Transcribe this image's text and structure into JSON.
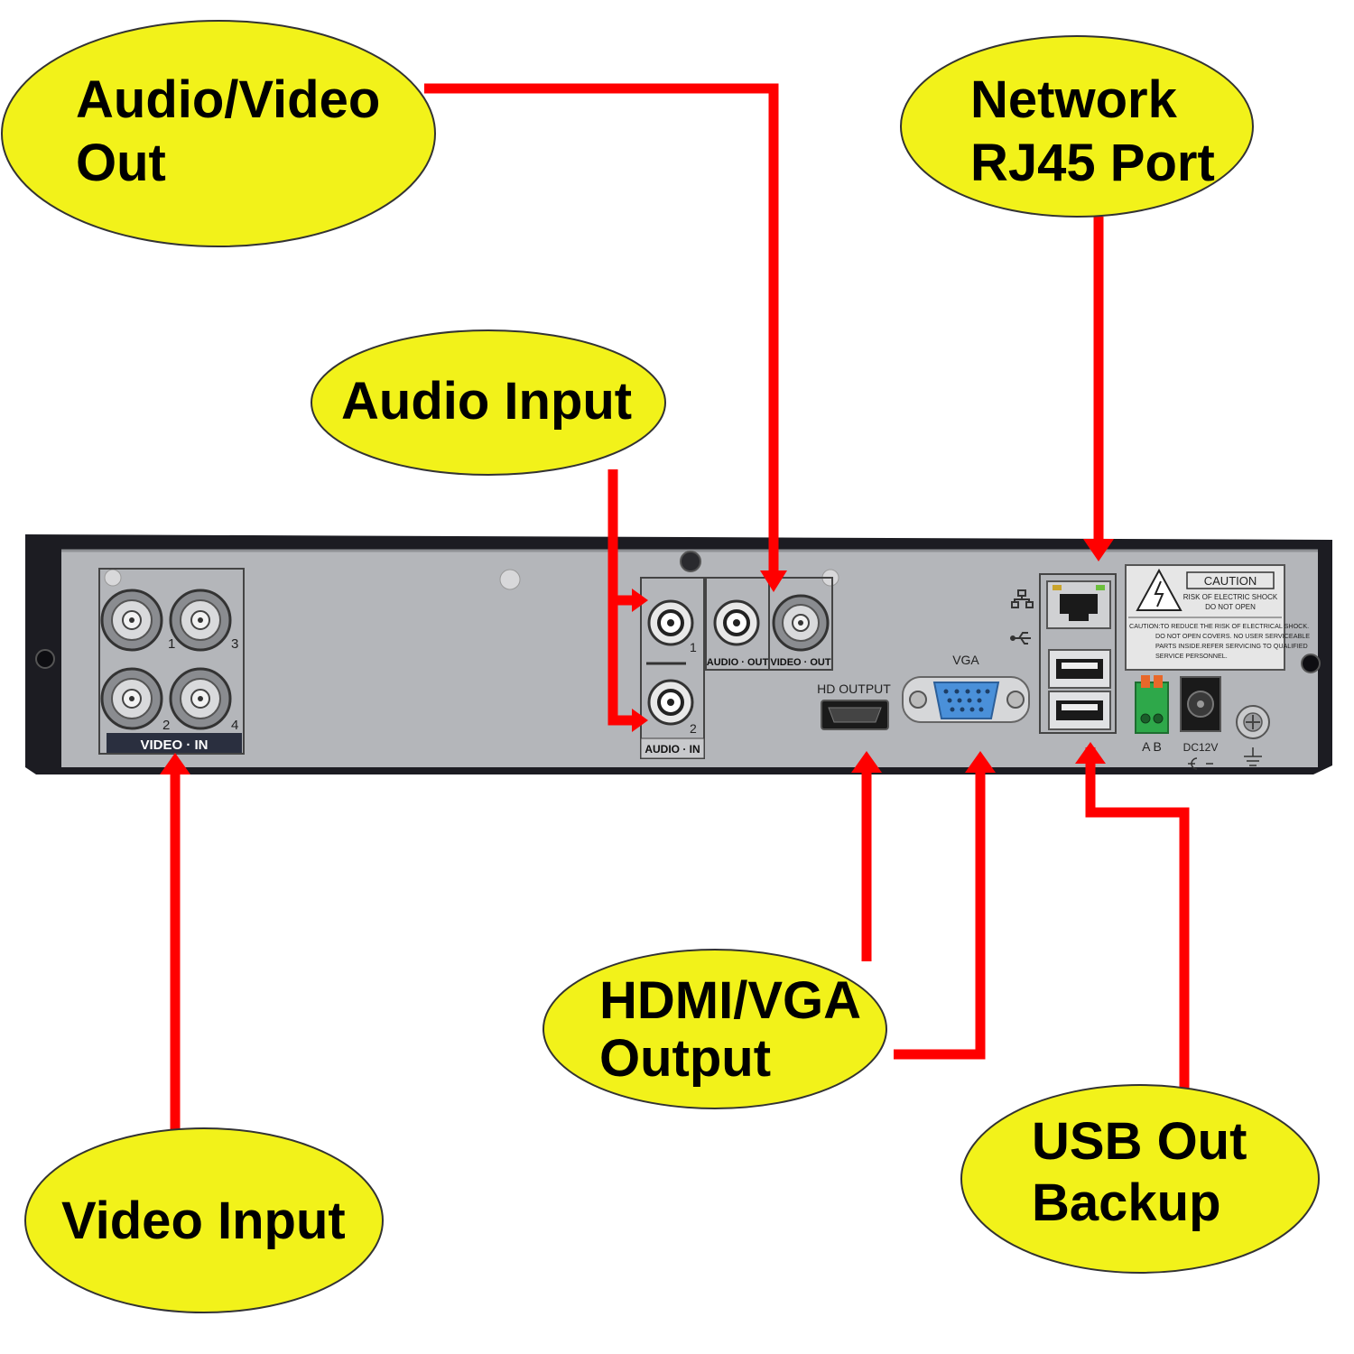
{
  "colors": {
    "callout_fill": "#f2f21a",
    "arrow": "#ff0000",
    "chassis": "#1c1c22",
    "panel": "#b4b6ba",
    "vga_port": "#4a90d9",
    "terminal_green": "#2ea84a"
  },
  "callouts": {
    "av_out": {
      "line1": "Audio/Video",
      "line2": "Out"
    },
    "network": {
      "line1": "Network",
      "line2": "RJ45 Port"
    },
    "audio_input": {
      "line1": "Audio Input"
    },
    "hdmi_vga": {
      "line1": "HDMI/VGA",
      "line2": "Output"
    },
    "video_input": {
      "line1": "Video Input"
    },
    "usb": {
      "line1": "USB Out",
      "line2": "Backup"
    }
  },
  "panel_labels": {
    "video_in": "VIDEO · IN",
    "bnc_numbers": [
      "1",
      "3",
      "2",
      "4"
    ],
    "audio_in": "AUDIO · IN",
    "audio_in_numbers": [
      "1",
      "2"
    ],
    "audio_out": "AUDIO · OUT",
    "video_out": "VIDEO · OUT",
    "hd_output": "HD OUTPUT",
    "vga": "VGA",
    "caution_title": "CAUTION",
    "caution_sub1": "RISK OF ELECTRIC SHOCK",
    "caution_sub2": "DO NOT OPEN",
    "caution_body1": "CAUTION:TO REDUCE THE RISK OF ELECTRICAL SHOCK.",
    "caution_body2": "DO NOT OPEN COVERS. NO USER SERVICEABLE",
    "caution_body3": "PARTS INSIDE.REFER SERVICING TO QUALIFIED",
    "caution_body4": "SERVICE PERSONNEL.",
    "terminal_ab": "A  B",
    "dc_label": "DC12V"
  }
}
